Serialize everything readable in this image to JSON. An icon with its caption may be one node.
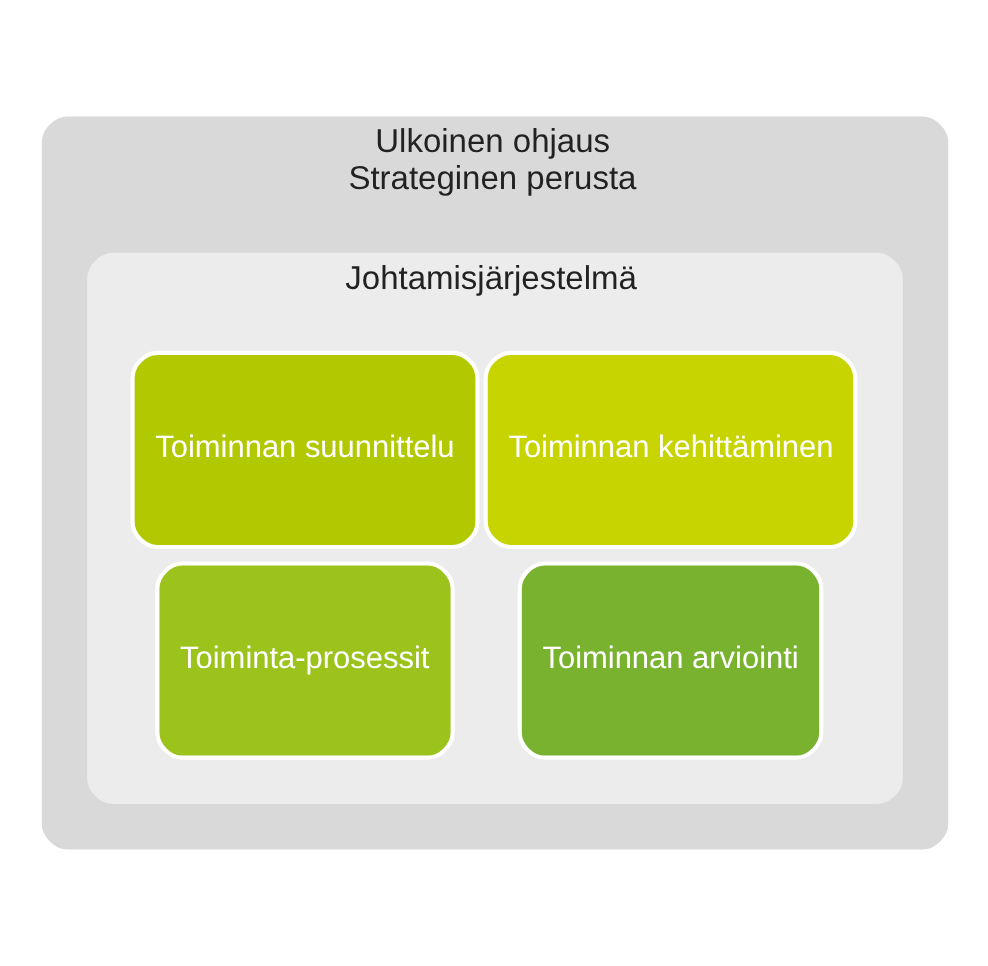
{
  "diagram": {
    "nodes": [
      {
        "text": [
          "Ulkoinen ohjaus",
          "Strateginen perusta"
        ]
      },
      {
        "text": [
          "Johtamisjärjestelmä"
        ],
        "in": 0
      },
      {
        "text": [
          "Toiminnan kehittäminen"
        ],
        "in": 1
      },
      {
        "text": [
          "Toiminnan suunnittelu"
        ],
        "in": 1
      },
      {
        "text": [
          "Toiminnan arviointi"
        ],
        "in": 1
      },
      {
        "text": [
          "Toiminta-prosessit"
        ],
        "in": 1
      }
    ]
  }
}
